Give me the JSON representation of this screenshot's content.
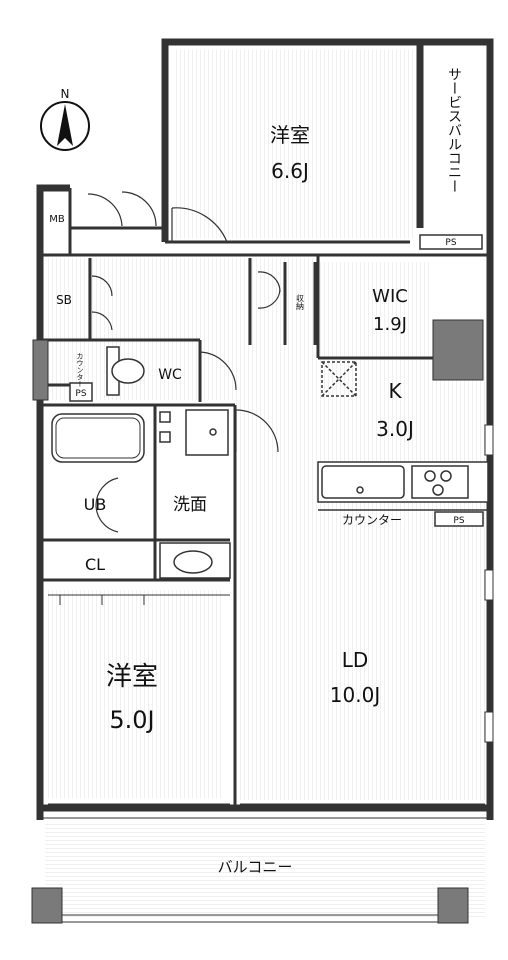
{
  "compass": {
    "north": "N"
  },
  "rooms": {
    "western1": {
      "name": "洋室",
      "size": "6.6J"
    },
    "service_balcony": {
      "name": "サービスバルコニー"
    },
    "mb": "MB",
    "sb": "SB",
    "storage": "収納",
    "ps_top": "PS",
    "wic": {
      "name": "WIC",
      "size": "1.9J"
    },
    "counter_small": "カウンター",
    "wc": "WC",
    "ps_left": "PS",
    "kitchen": {
      "name": "K",
      "size": "3.0J"
    },
    "counter": "カウンター",
    "ps_kitchen": "PS",
    "ub": "UB",
    "wash": "洗面",
    "cl": "CL",
    "western2": {
      "name": "洋室",
      "size": "5.0J"
    },
    "ld": {
      "name": "LD",
      "size": "10.0J"
    },
    "balcony": "バルコニー"
  }
}
